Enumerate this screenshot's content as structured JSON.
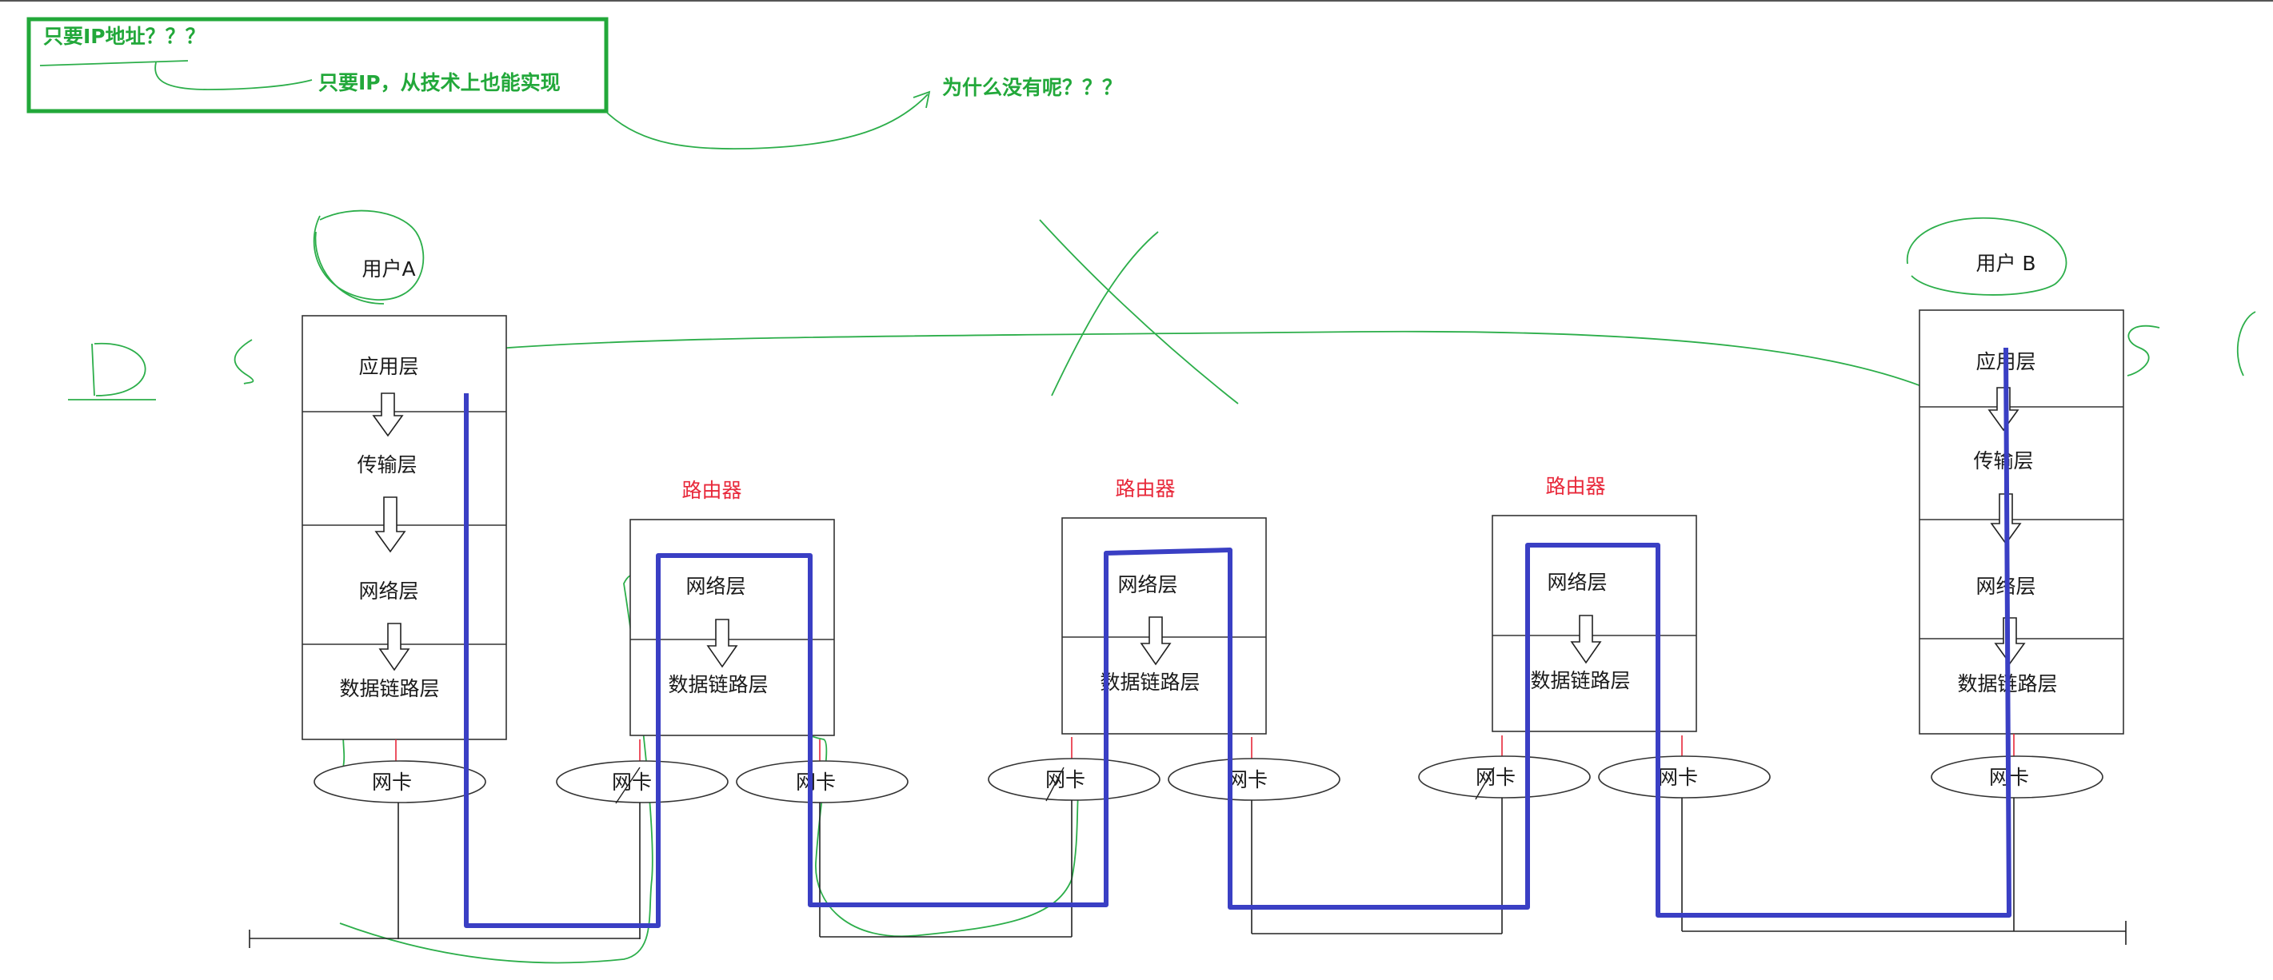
{
  "notes": {
    "q1": "只要IP地址？？？",
    "q2": "只要IP，从技术上也能实现",
    "q3": "为什么没有呢？？？"
  },
  "host_a": {
    "user": "用户A",
    "layers": [
      "应用层",
      "传输层",
      "网络层",
      "数据链路层"
    ],
    "nic": "网卡"
  },
  "host_b": {
    "user": "用户 B",
    "layers": [
      "应用层",
      "传输层",
      "网络层",
      "数据链路层"
    ],
    "nic": "网卡"
  },
  "routers": [
    {
      "title": "路由器",
      "layers": [
        "网络层",
        "数据链路层"
      ],
      "nics": [
        "网卡",
        "网卡"
      ]
    },
    {
      "title": "路由器",
      "layers": [
        "网络层",
        "数据链路层"
      ],
      "nics": [
        "网卡",
        "网卡"
      ]
    },
    {
      "title": "路由器",
      "layers": [
        "网络层",
        "数据链路层"
      ],
      "nics": [
        "网卡",
        "网卡"
      ]
    }
  ],
  "colors": {
    "annotation": "#22a83a",
    "router_title": "#e8283a",
    "route_path": "#3a3fc4"
  }
}
